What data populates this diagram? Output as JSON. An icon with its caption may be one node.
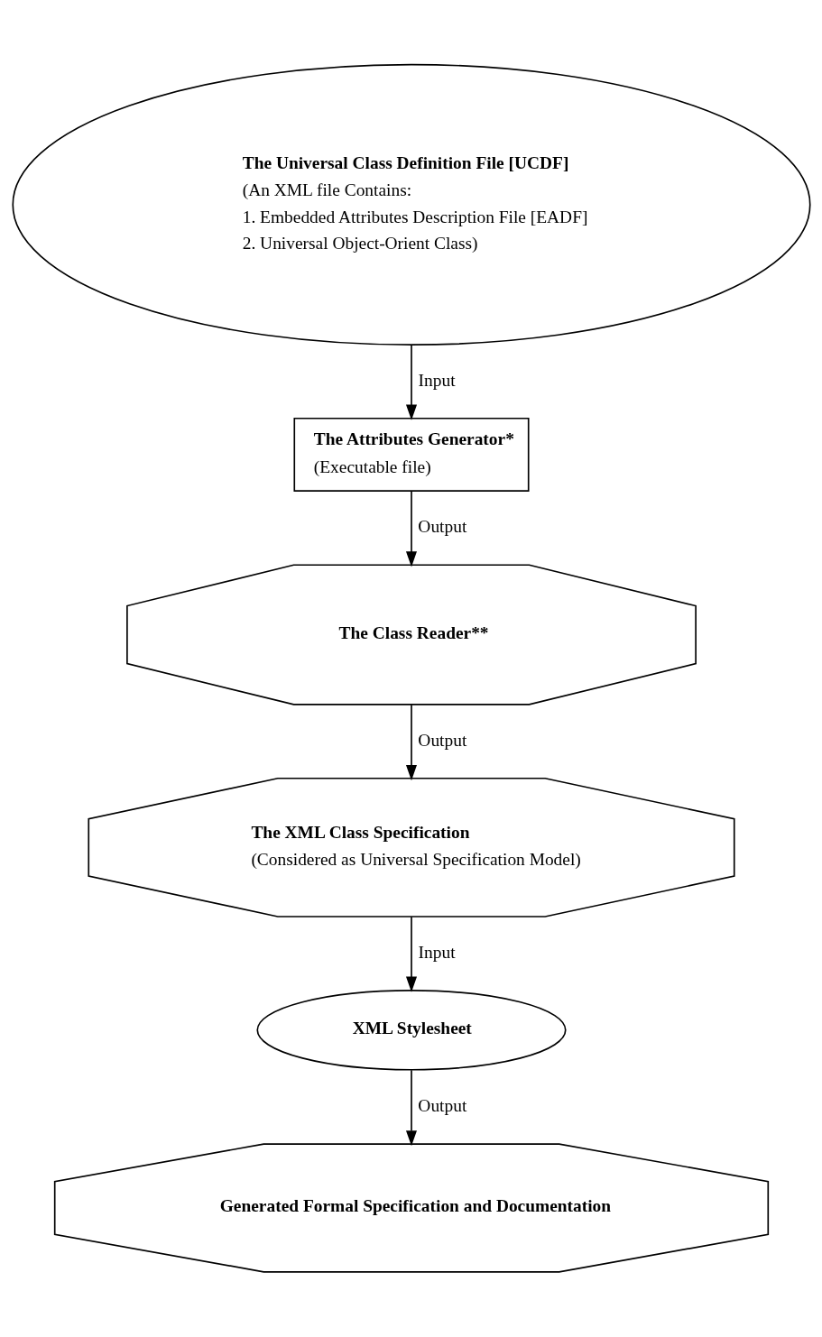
{
  "diagram": {
    "nodes": [
      {
        "text": [
          "The Universal Class Definition File [UCDF]",
          "(An XML file Contains:",
          "1. Embedded Attributes Description File [EADF]",
          "2. Universal Object-Orient Class)"
        ]
      },
      {
        "text": [
          "The Attributes Generator*",
          "(Executable file)"
        ]
      },
      {
        "text": [
          "The Class Reader**"
        ]
      },
      {
        "text": [
          "The XML Class Specification",
          "(Considered as Universal Specification Model)"
        ]
      },
      {
        "text": [
          "XML Stylesheet"
        ]
      },
      {
        "text": [
          "Generated Formal Specification and Documentation"
        ]
      }
    ],
    "edges": [
      {
        "from": 0,
        "to": 1,
        "arrow": "to",
        "label": "Input"
      },
      {
        "from": 1,
        "to": 2,
        "arrow": "to",
        "label": "Output"
      },
      {
        "from": 2,
        "to": 3,
        "arrow": "to",
        "label": "Output"
      },
      {
        "from": 3,
        "to": 4,
        "arrow": "to",
        "label": "Input"
      },
      {
        "from": 4,
        "to": 5,
        "arrow": "to",
        "label": "Output"
      }
    ]
  }
}
